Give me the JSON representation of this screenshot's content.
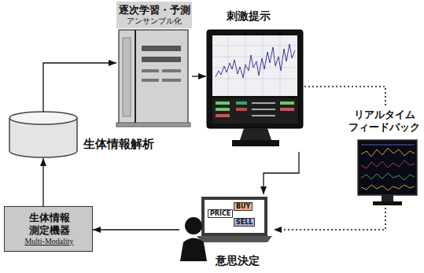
{
  "diagram": {
    "nodes": [
      {
        "text": [
          "逐次学習・予測",
          "アンサンブル化"
        ]
      },
      {
        "text": [
          "刺激提示"
        ]
      },
      {
        "text": [
          "生体情報解析"
        ]
      },
      {
        "text": [
          "リアルタイム フィードバック"
        ]
      },
      {
        "text": [
          "生体情報 測定機器",
          "Multi-Modality"
        ]
      },
      {
        "text": [
          "意思決定"
        ]
      }
    ],
    "edges": [
      {
        "from": 2,
        "to": 0,
        "arrow": "to"
      },
      {
        "from": 0,
        "to": 1,
        "arrow": "to"
      },
      {
        "from": 1,
        "to": 3,
        "arrow": "none"
      },
      {
        "from": 1,
        "to": 5,
        "arrow": "to"
      },
      {
        "from": 3,
        "to": 5,
        "arrow": "to"
      },
      {
        "from": 5,
        "to": 4,
        "arrow": "to"
      },
      {
        "from": 4,
        "to": 2,
        "arrow": "to"
      }
    ],
    "labels": [
      "PRICE",
      "BUY",
      "SELL"
    ]
  }
}
